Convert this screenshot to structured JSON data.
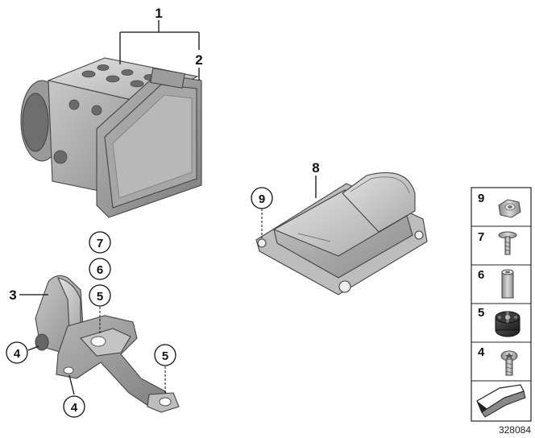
{
  "callouts": {
    "c1": "1",
    "c2": "2",
    "c3": "3",
    "c4a": "4",
    "c4b": "4",
    "c5a": "5",
    "c5b": "5",
    "c6": "6",
    "c7": "7",
    "c8": "8",
    "c9": "9"
  },
  "legend": [
    {
      "num": "9",
      "icon": "hex-nut-icon"
    },
    {
      "num": "7",
      "icon": "flat-head-bolt-icon"
    },
    {
      "num": "6",
      "icon": "spacer-sleeve-icon"
    },
    {
      "num": "5",
      "icon": "rubber-mount-icon"
    },
    {
      "num": "4",
      "icon": "torx-screw-icon"
    }
  ],
  "legend_footer_icon": "arrow-icon",
  "reference_number": "328084"
}
